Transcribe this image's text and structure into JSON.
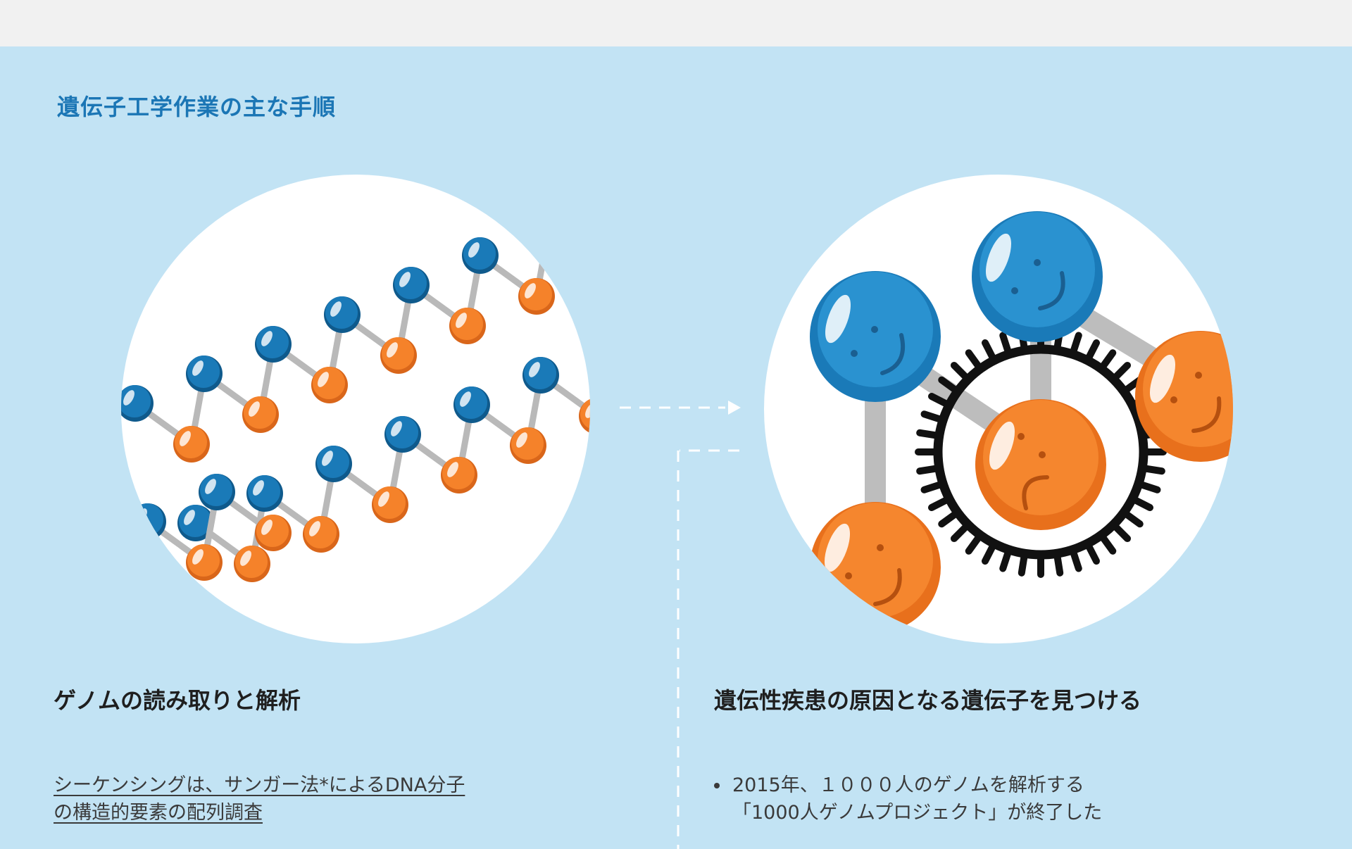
{
  "section_title": "遺伝子工学作業の主な手順",
  "steps": [
    {
      "heading": "ゲノムの読み取りと解析",
      "description_line1": "シーケンシングは、サンガー法*によるDNA分子",
      "description_line2": "の構造的要素の配列調査",
      "illustration_icon": "dna-double-strand-icon"
    },
    {
      "heading": "遺伝性疾患の原因となる遺伝子を見つける",
      "bullets": [
        {
          "line1": "2015年、１０００人のゲノムを解析する",
          "line2": "「1000人ゲノムプロジェクト」が終了した"
        }
      ],
      "illustration_icon": "defective-gene-molecule-icon"
    }
  ],
  "colors": {
    "panel_background": "#c2e3f4",
    "title_blue": "#1b76b5",
    "node_blue": "#1a7ab8",
    "node_orange": "#f5822a",
    "link_gray": "#b9b9b9"
  }
}
